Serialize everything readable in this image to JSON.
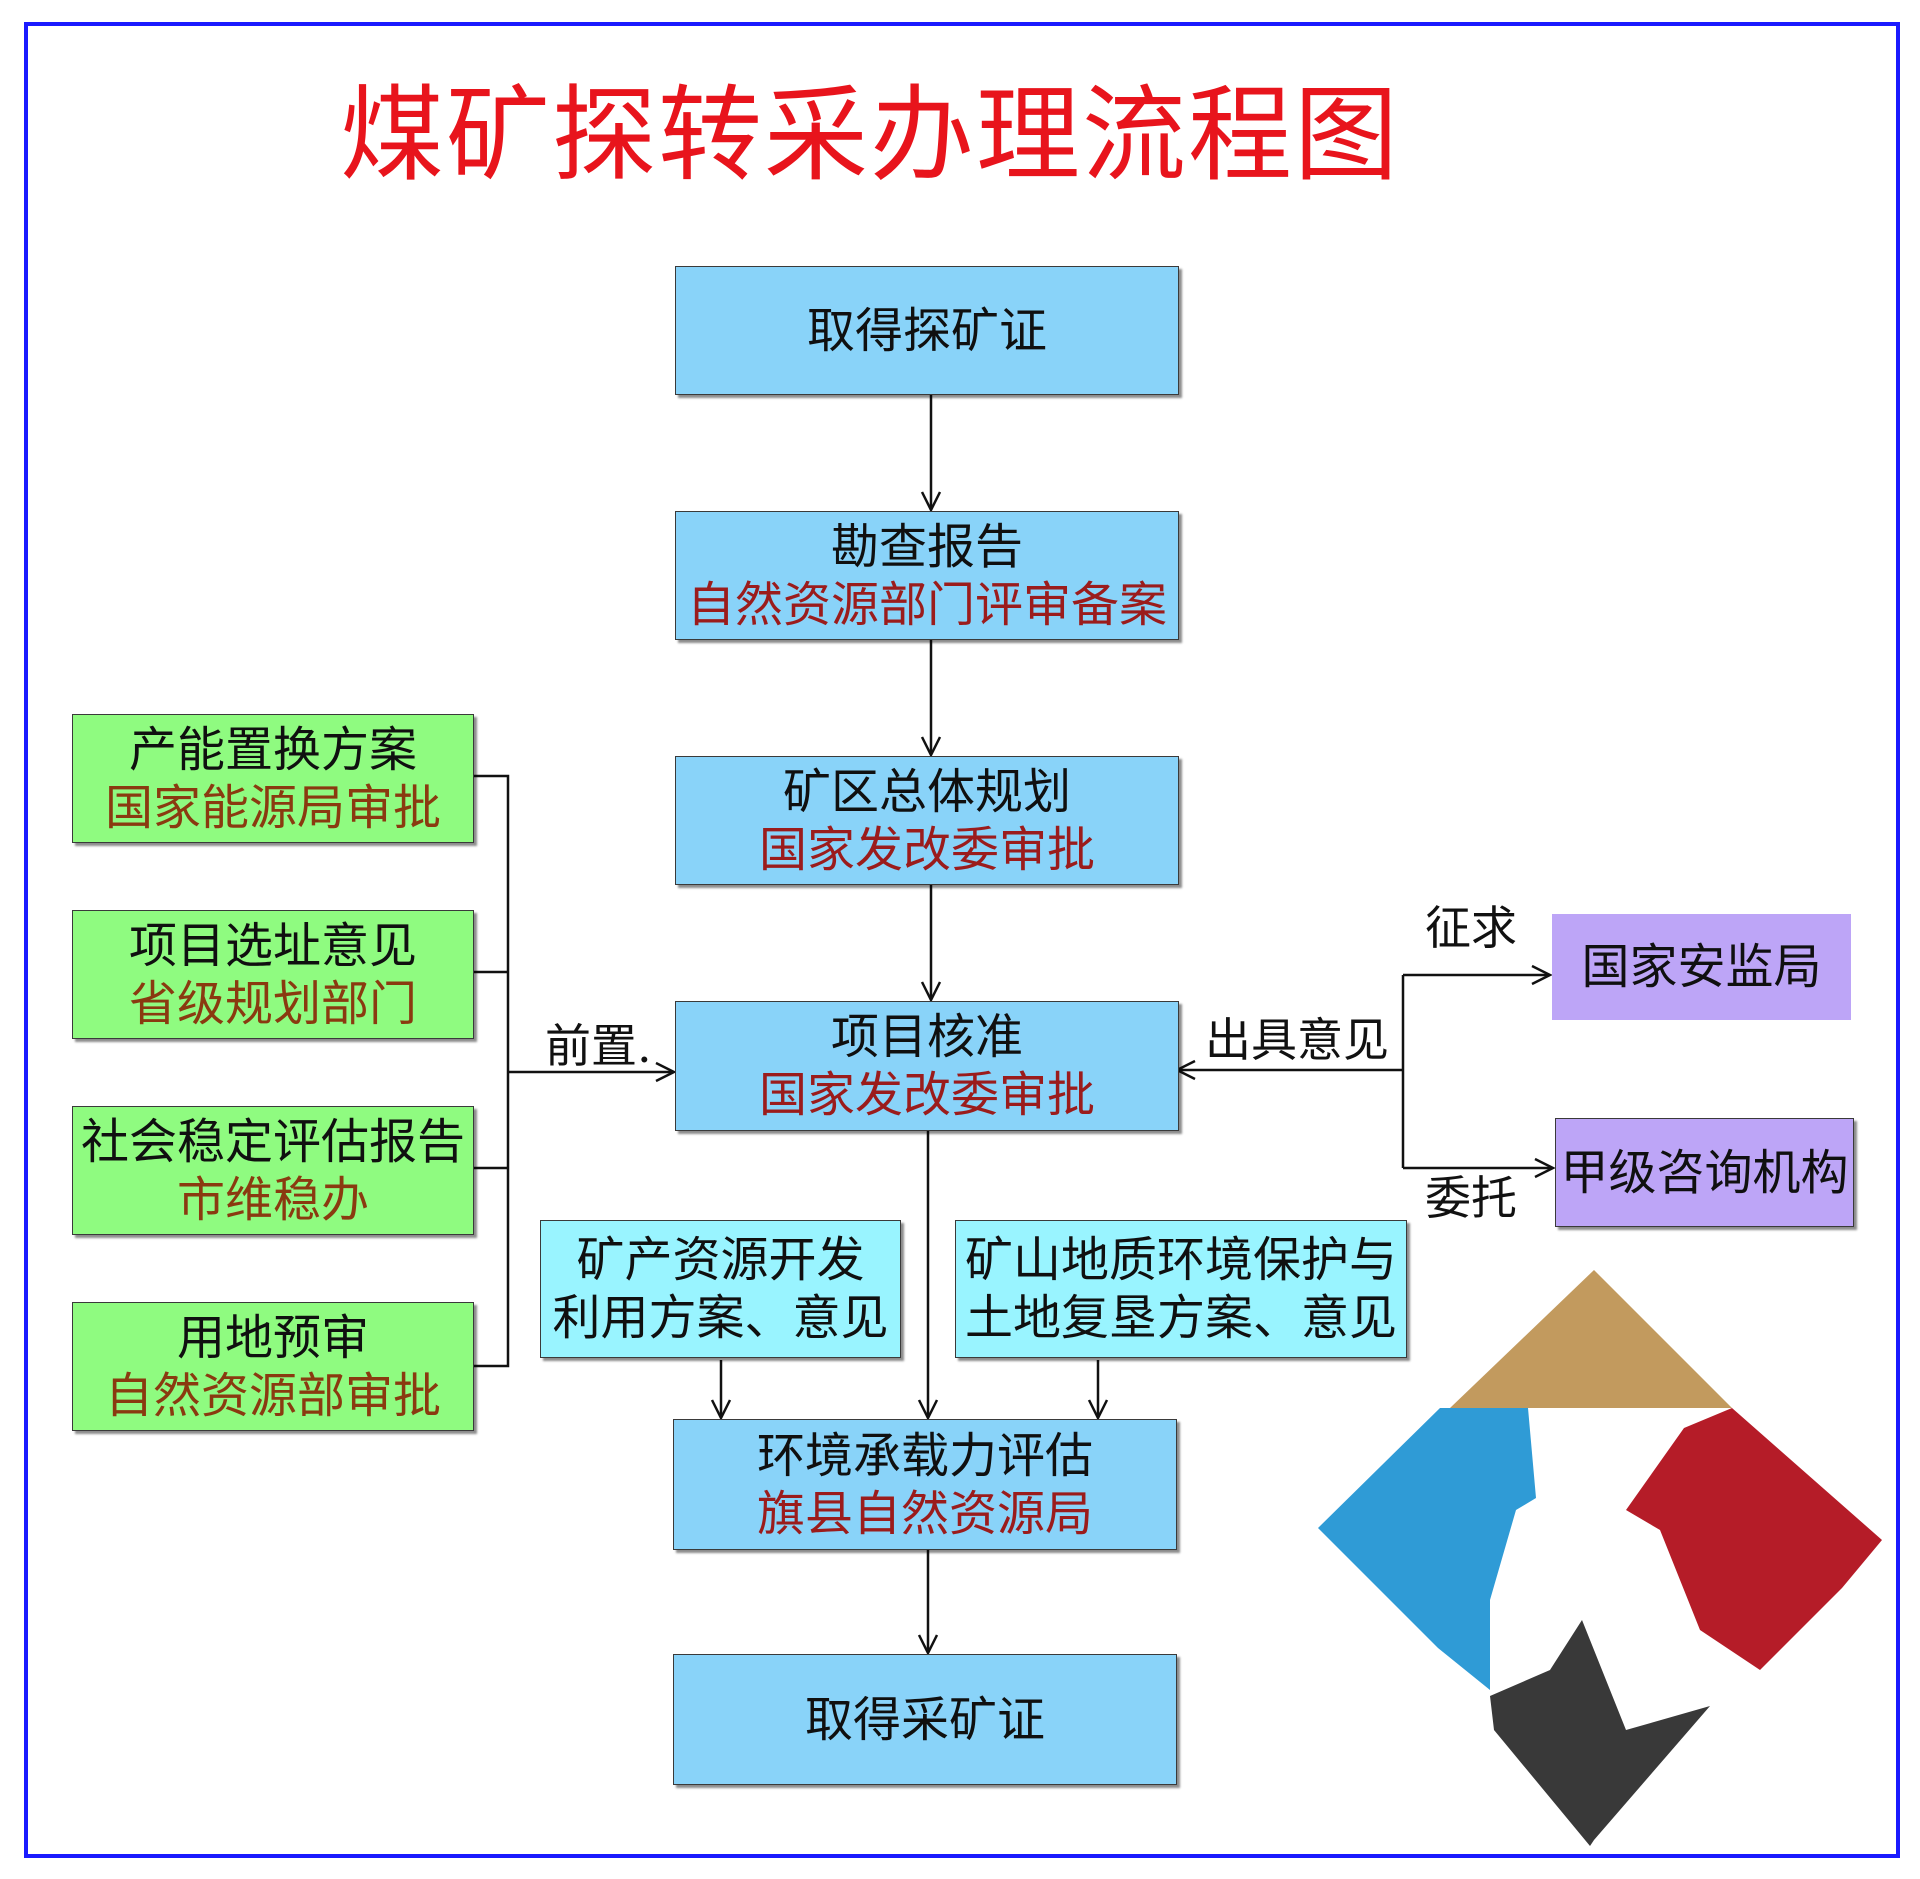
{
  "title": "煤矿探转采办理流程图",
  "main_flow": {
    "explore_license": {
      "line1": "取得探矿证"
    },
    "survey_report": {
      "line1": "勘查报告",
      "line2": "自然资源部门评审备案"
    },
    "mining_area_plan": {
      "line1": "矿区总体规划",
      "line2": "国家发改委审批"
    },
    "project_approval": {
      "line1": "项目核准",
      "line2": "国家发改委审批"
    },
    "env_capacity": {
      "line1": "环境承载力评估",
      "line2": "旗县自然资源局"
    },
    "mining_license": {
      "line1": "取得采矿证"
    }
  },
  "prerequisites": [
    {
      "line1": "产能置换方案",
      "line2": "国家能源局审批"
    },
    {
      "line1": "项目选址意见",
      "line2": "省级规划部门"
    },
    {
      "line1": "社会稳定评估报告",
      "line2": "市维稳办"
    },
    {
      "line1": "用地预审",
      "line2": "自然资源部审批"
    }
  ],
  "prereq_label": "前置.",
  "side_inputs": {
    "mineral_dev": {
      "line1": "矿产资源开发",
      "line2": "利用方案、意见"
    },
    "geo_env": {
      "line1": "矿山地质环境保护与",
      "line2": "土地复垦方案、意见"
    }
  },
  "right_side": {
    "opinion_label": "出具意见",
    "consult_label": "征求",
    "entrust_label": "委托",
    "safety_bureau": "国家安监局",
    "consult_agency": "甲级咨询机构"
  },
  "colors": {
    "title": "#e8141c",
    "main_box": "#89d3f9",
    "side_box": "#99f4ff",
    "prereq_box": "#8ffb80",
    "right_box": "#bda5f7",
    "frame": "#1a1aff",
    "logo_gold": "#c29a5e",
    "logo_blue": "#2f9bd6",
    "logo_red": "#b51c28",
    "logo_dark": "#393939"
  },
  "logo": {
    "icon": "k-logo-icon"
  }
}
